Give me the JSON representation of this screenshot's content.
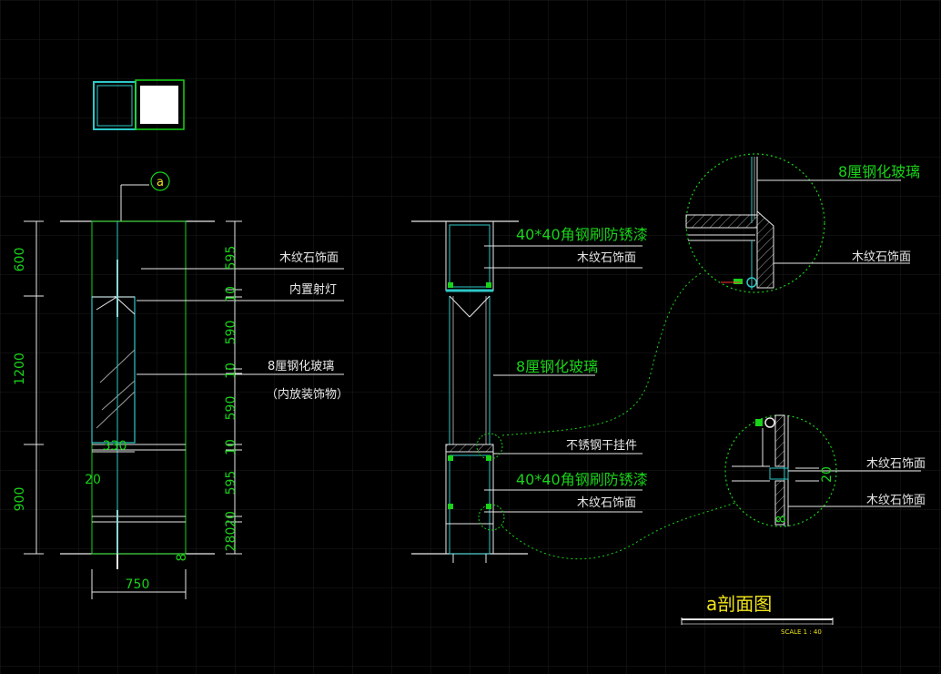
{
  "colors": {
    "background": "#000000",
    "grid": "#1e1e1e",
    "green": "#19d219",
    "white": "#e8e8e8",
    "cyan": "#2ec8c8",
    "yellow": "#f0e41a",
    "red": "#ff3030",
    "grey": "#9a9a9a"
  },
  "section_marker": "a",
  "left_elevation": {
    "left_dims": [
      "600",
      "1200",
      "900"
    ],
    "right_dims": [
      "595",
      "10",
      "590",
      "10",
      "590",
      "10",
      "595",
      "20",
      "280"
    ],
    "inner_dims": [
      "330",
      "20"
    ],
    "bottom_dim": "750",
    "small_dim": "8",
    "labels": {
      "stone": "木纹石饰面",
      "spotlight": "内置射灯",
      "glass": "8厘钢化玻璃",
      "glass_note": "（内放装饰物）"
    }
  },
  "mid_section": {
    "labels": {
      "angle_steel_1": "40*40角钢刷防锈漆",
      "stone_1": "木纹石饰面",
      "glass": "8厘钢化玻璃",
      "hanger": "不锈钢干挂件",
      "angle_steel_2": "40*40角钢刷防锈漆",
      "stone_2": "木纹石饰面"
    }
  },
  "detail_top": {
    "labels": {
      "glass": "8厘钢化玻璃",
      "stone": "木纹石饰面"
    }
  },
  "detail_bottom": {
    "dim": "20",
    "small_dim": "8",
    "labels": {
      "stone_1": "木纹石饰面",
      "stone_2": "木纹石饰面"
    }
  },
  "title_block": {
    "title": "a剖面图",
    "scale": "SCALE 1 : 40"
  }
}
